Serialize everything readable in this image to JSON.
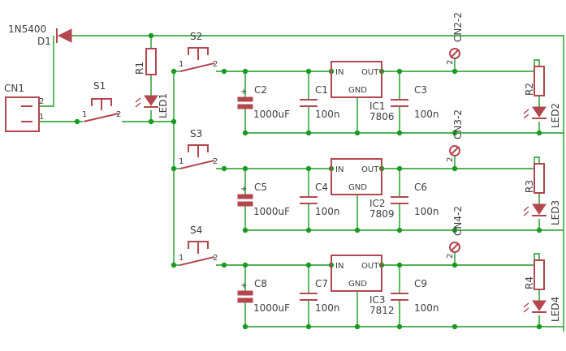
{
  "colors": {
    "wire": "#1b9a22",
    "part": "#b2474f",
    "text": "#3d3d3d",
    "background": "#ffffff"
  },
  "input": {
    "connector": {
      "name": "CN1",
      "pin_top": "2",
      "pin_bottom": "1"
    },
    "diode": {
      "value": "1N5400",
      "name": "D1"
    },
    "switch": {
      "name": "S1",
      "pin1": "1",
      "pin2": "2"
    },
    "resistor": {
      "name": "R1"
    },
    "led": {
      "name": "LED1"
    }
  },
  "rails": [
    {
      "switch": "S2",
      "pin1": "1",
      "pin2": "2",
      "bulk_cap": {
        "name": "C2",
        "value": "1000uF",
        "polarity": "+"
      },
      "in_cap": {
        "name": "C1",
        "value": "100n"
      },
      "regulator": {
        "name": "IC1",
        "type": "7806",
        "in": "IN",
        "out": "OUT",
        "gnd": "GND"
      },
      "out_cap": {
        "name": "C3",
        "value": "100n"
      },
      "output": {
        "name": "CN2-2",
        "pin": "2"
      },
      "resistor": "R2",
      "led": "LED2"
    },
    {
      "switch": "S3",
      "pin1": "1",
      "pin2": "2",
      "bulk_cap": {
        "name": "C5",
        "value": "1000uF",
        "polarity": "+"
      },
      "in_cap": {
        "name": "C4",
        "value": "100n"
      },
      "regulator": {
        "name": "IC2",
        "type": "7809",
        "in": "IN",
        "out": "OUT",
        "gnd": "GND"
      },
      "out_cap": {
        "name": "C6",
        "value": "100n"
      },
      "output": {
        "name": "CN3-2",
        "pin": "2"
      },
      "resistor": "R3",
      "led": "LED3"
    },
    {
      "switch": "S4",
      "pin1": "1",
      "pin2": "2",
      "bulk_cap": {
        "name": "C8",
        "value": "1000uF",
        "polarity": "+"
      },
      "in_cap": {
        "name": "C7",
        "value": "100n"
      },
      "regulator": {
        "name": "IC3",
        "type": "7812",
        "in": "IN",
        "out": "OUT",
        "gnd": "GND"
      },
      "out_cap": {
        "name": "C9",
        "value": "100n"
      },
      "output": {
        "name": "CN4-2",
        "pin": "2"
      },
      "resistor": "R4",
      "led": "LED4"
    }
  ]
}
